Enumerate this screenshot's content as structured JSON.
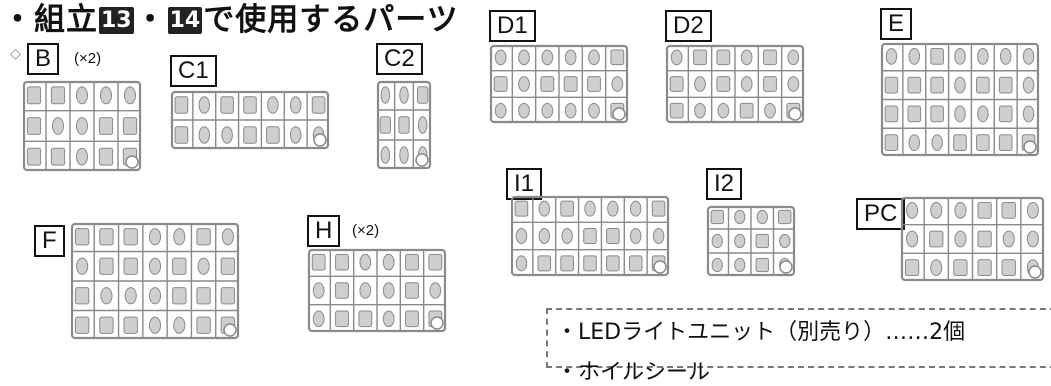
{
  "heading": {
    "prefix": "・組立",
    "step1": "13",
    "sep": "・",
    "step2": "14",
    "suffix": "で使用するパーツ"
  },
  "parts": [
    {
      "id": "B",
      "qty": "(×2)"
    },
    {
      "id": "C1",
      "qty": ""
    },
    {
      "id": "C2",
      "qty": ""
    },
    {
      "id": "D1",
      "qty": ""
    },
    {
      "id": "D2",
      "qty": ""
    },
    {
      "id": "E",
      "qty": ""
    },
    {
      "id": "F",
      "qty": ""
    },
    {
      "id": "H",
      "qty": "(×2)"
    },
    {
      "id": "I1",
      "qty": ""
    },
    {
      "id": "I2",
      "qty": ""
    },
    {
      "id": "PC",
      "qty": ""
    }
  ],
  "note": {
    "line1": "・LEDライトユニット（別売り）……2個",
    "line2": "・ホイルシール"
  },
  "colors": {
    "ink": "#111111",
    "runner": "#8a8a8a",
    "runner_fill": "#cfcfcf"
  }
}
